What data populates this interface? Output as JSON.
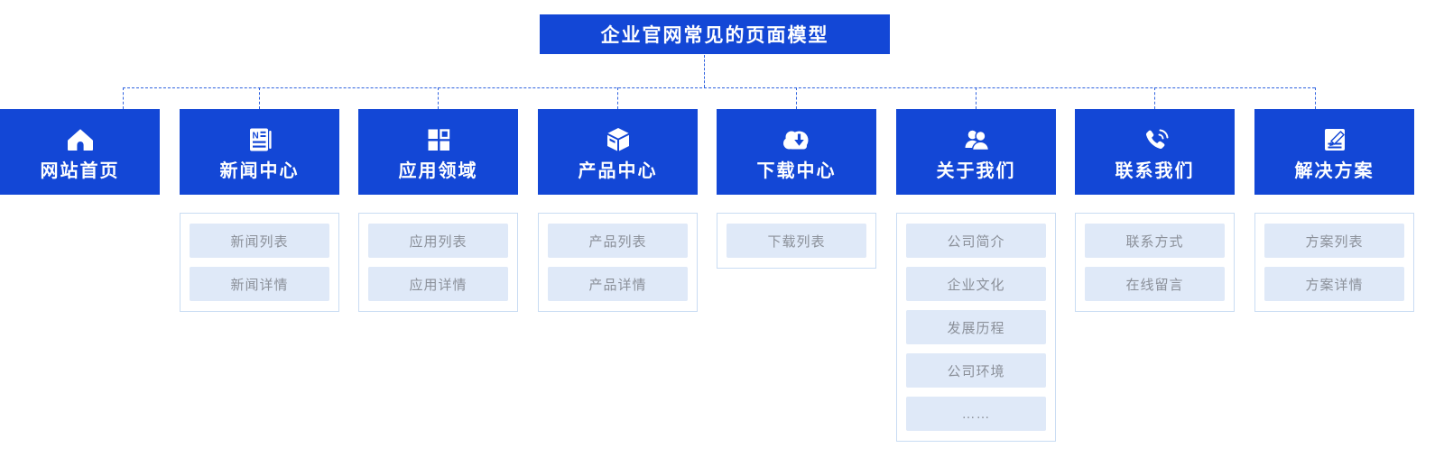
{
  "title": "企业官网常见的页面模型",
  "columns": [
    {
      "label": "网站首页",
      "icon": "home-icon",
      "children": []
    },
    {
      "label": "新闻中心",
      "icon": "newspaper-icon",
      "children": [
        "新闻列表",
        "新闻详情"
      ]
    },
    {
      "label": "应用领域",
      "icon": "grid-icon",
      "children": [
        "应用列表",
        "应用详情"
      ]
    },
    {
      "label": "产品中心",
      "icon": "package-box-icon",
      "children": [
        "产品列表",
        "产品详情"
      ]
    },
    {
      "label": "下载中心",
      "icon": "cloud-download-icon",
      "children": [
        "下载列表"
      ]
    },
    {
      "label": "关于我们",
      "icon": "users-icon",
      "children": [
        "公司简介",
        "企业文化",
        "发展历程",
        "公司环境",
        "……"
      ]
    },
    {
      "label": "联系我们",
      "icon": "phone-call-icon",
      "children": [
        "联系方式",
        "在线留言"
      ]
    },
    {
      "label": "解决方案",
      "icon": "document-edit-icon",
      "children": [
        "方案列表",
        "方案详情"
      ]
    }
  ],
  "colors": {
    "primary": "#1347d6",
    "line": "#3063e0",
    "pill_bg": "#dfe9f8",
    "pill_text": "#8b9099",
    "subbox_border": "#c9dcf3"
  }
}
